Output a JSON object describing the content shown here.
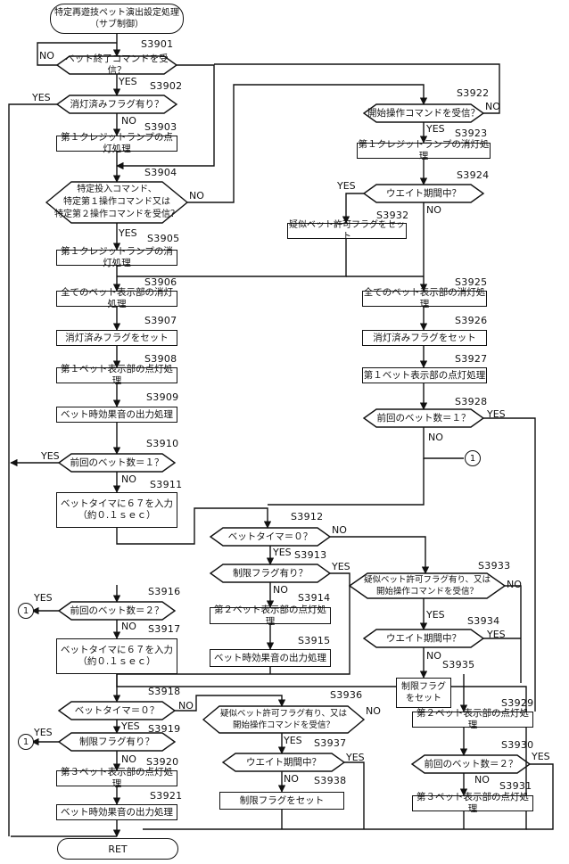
{
  "start": "特定再遊技ペット演出設定処理\n（サブ制御）",
  "end": "RET",
  "connector": "1",
  "yes": "YES",
  "no": "NO",
  "steps": {
    "s3901": "S3901",
    "s3902": "S3902",
    "s3903": "S3903",
    "s3904": "S3904",
    "s3905": "S3905",
    "s3906": "S3906",
    "s3907": "S3907",
    "s3908": "S3908",
    "s3909": "S3909",
    "s3910": "S3910",
    "s3911": "S3911",
    "s3912": "S3912",
    "s3913": "S3913",
    "s3914": "S3914",
    "s3915": "S3915",
    "s3916": "S3916",
    "s3917": "S3917",
    "s3918": "S3918",
    "s3919": "S3919",
    "s3920": "S3920",
    "s3921": "S3921",
    "s3922": "S3922",
    "s3923": "S3923",
    "s3924": "S3924",
    "s3925": "S3925",
    "s3926": "S3926",
    "s3927": "S3927",
    "s3928": "S3928",
    "s3929": "S3929",
    "s3930": "S3930",
    "s3931": "S3931",
    "s3932": "S3932",
    "s3933": "S3933",
    "s3934": "S3934",
    "s3935": "S3935",
    "s3936": "S3936",
    "s3937": "S3937",
    "s3938": "S3938"
  },
  "text": {
    "s3901": "ベット終了コマンドを受信？",
    "s3902": "消灯済みフラグ有り？",
    "s3903": "第１クレジットランプの点灯処理",
    "s3904": "特定投入コマンド、\n特定第１操作コマンド又は\n特定第２操作コマンドを受信？",
    "s3905": "第１クレジットランプの消灯処理",
    "s3906": "全てのベット表示部の消灯処理",
    "s3907": "消灯済みフラグをセット",
    "s3908": "第１ベット表示部の点灯処理",
    "s3909": "ベット時効果音の出力処理",
    "s3910": "前回のベット数＝１？",
    "s3911": "ベットタイマに６７を入力\n（約０.１ｓｅｃ）",
    "s3912": "ベットタイマ＝０？",
    "s3913": "制限フラグ有り？",
    "s3914": "第２ベット表示部の点灯処理",
    "s3915": "ベット時効果音の出力処理",
    "s3916": "前回のベット数＝２？",
    "s3917": "ベットタイマに６７を入力\n（約０.１ｓｅｃ）",
    "s3918": "ベットタイマ＝０？",
    "s3919": "制限フラグ有り？",
    "s3920": "第３ベット表示部の点灯処理",
    "s3921": "ベット時効果音の出力処理",
    "s3922": "開始操作コマンドを受信？",
    "s3923": "第１クレジットランプの消灯処理",
    "s3924": "ウエイト期間中？",
    "s3925": "全てのベット表示部の消灯処理",
    "s3926": "消灯済みフラグをセット",
    "s3927": "第１ベット表示部の点灯処理",
    "s3928": "前回のベット数＝１？",
    "s3929": "第２ベット表示部の点灯処理",
    "s3930": "前回のベット数＝２？",
    "s3931": "第３ベット表示部の点灯処理",
    "s3932": "疑似ベット許可フラグをセット",
    "s3933": "疑似ベット許可フラグ有り、又は\n開始操作コマンドを受信？",
    "s3934": "ウエイト期間中？",
    "s3935": "制限フラグ\nをセット",
    "s3936": "疑似ベット許可フラグ有り、又は\n開始操作コマンドを受信？",
    "s3937": "ウエイト期間中？",
    "s3938": "制限フラグをセット"
  }
}
